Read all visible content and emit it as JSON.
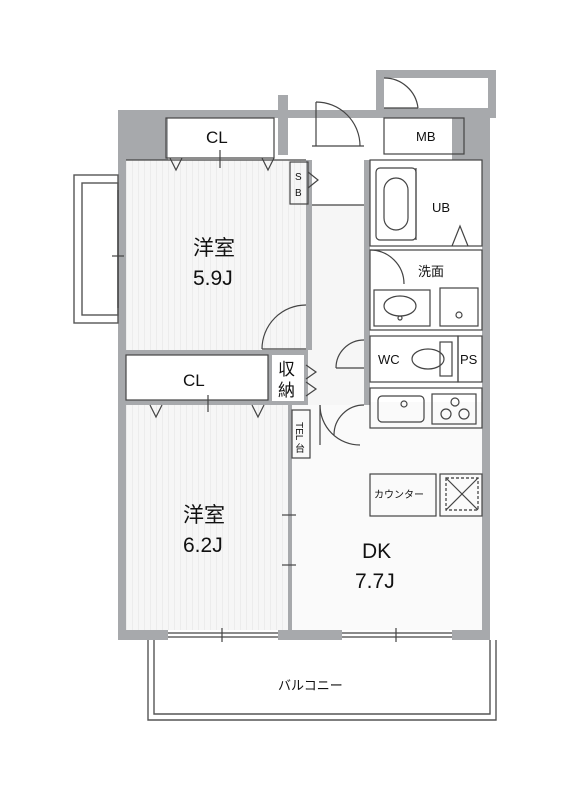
{
  "rooms": {
    "western1": {
      "name": "洋室",
      "size": "5.9J"
    },
    "western2": {
      "name": "洋室",
      "size": "6.2J"
    },
    "dk": {
      "name": "DK",
      "size": "7.7J"
    }
  },
  "labels": {
    "cl_top": "CL",
    "cl_mid": "CL",
    "mb": "MB",
    "ub": "UB",
    "sb": "S\nB",
    "sb_s": "S",
    "sb_b": "B",
    "washroom": "洗面",
    "wc": "WC",
    "ps": "PS",
    "storage_1": "収",
    "storage_2": "納",
    "tel_1": "TEL",
    "tel_2": "台",
    "counter": "カウンター",
    "balcony": "バルコニー"
  },
  "colors": {
    "wall": "#a7a9ac",
    "floor": "#f4f4f4",
    "line": "#444444"
  }
}
